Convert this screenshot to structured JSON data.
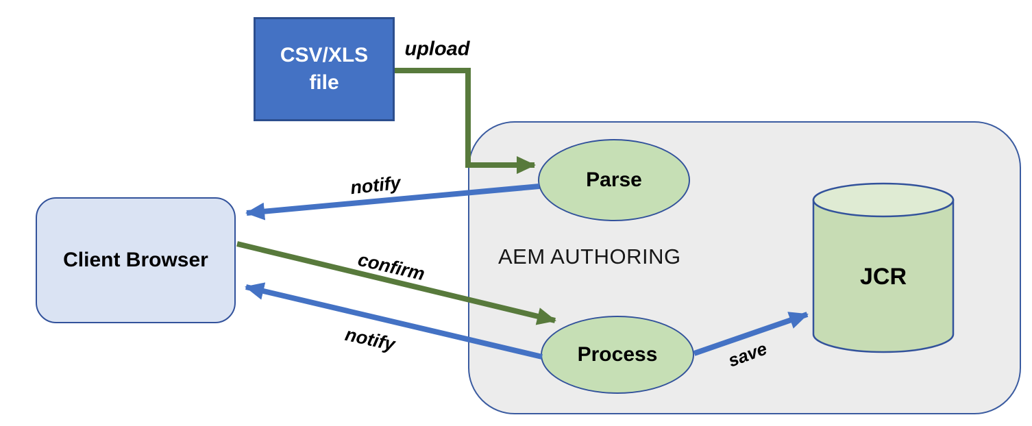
{
  "title": "CSV upload flow diagram",
  "colors": {
    "csv_fill": "#4472C4",
    "csv_border": "#2C4E8E",
    "client_fill": "#DAE3F3",
    "node_border": "#32529B",
    "ellipse_fill": "#C6DFB5",
    "cylinder_top_fill": "#DFEBD3",
    "cylinder_body_fill": "#C7DCB4",
    "container_fill": "#ECECEC",
    "container_border": "#3A5BA0",
    "arrow_blue": "#4472C4",
    "arrow_green": "#587A3C"
  },
  "nodes": {
    "csv_file": {
      "line1": "CSV/XLS",
      "line2": "file"
    },
    "client_browser": {
      "label": "Client Browser"
    },
    "aem_container": {
      "label": "AEM AUTHORING"
    },
    "parse": {
      "label": "Parse"
    },
    "process": {
      "label": "Process"
    },
    "jcr": {
      "label": "JCR"
    }
  },
  "edges": [
    {
      "id": "upload",
      "label": "upload",
      "color": "green",
      "from": "csv_file",
      "to": "parse"
    },
    {
      "id": "notify_parse",
      "label": "notify",
      "color": "blue",
      "from": "parse",
      "to": "client_browser"
    },
    {
      "id": "confirm",
      "label": "confirm",
      "color": "green",
      "from": "client_browser",
      "to": "process"
    },
    {
      "id": "notify_process",
      "label": "notify",
      "color": "blue",
      "from": "process",
      "to": "client_browser"
    },
    {
      "id": "save",
      "label": "save",
      "color": "blue",
      "from": "process",
      "to": "jcr"
    }
  ]
}
